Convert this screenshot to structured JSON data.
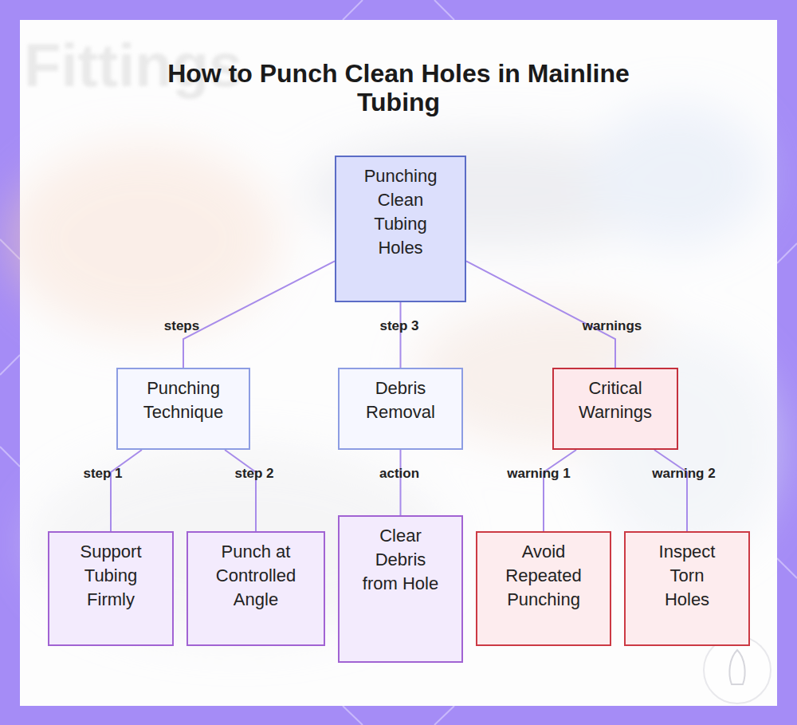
{
  "diagram": {
    "title": "How to Punch Clean Holes in Mainline Tubing",
    "nodes": [
      {
        "text": [
          "Punching Clean Tubing Holes"
        ]
      },
      {
        "text": [
          "Punching Technique"
        ]
      },
      {
        "text": [
          "Debris Removal"
        ]
      },
      {
        "text": [
          "Critical Warnings"
        ]
      },
      {
        "text": [
          "Support Tubing Firmly"
        ]
      },
      {
        "text": [
          "Punch at Controlled Angle"
        ]
      },
      {
        "text": [
          "Clear Debris from Hole"
        ]
      },
      {
        "text": [
          "Avoid Repeated Punching"
        ]
      },
      {
        "text": [
          "Inspect Torn Holes"
        ]
      }
    ],
    "edges": [
      {
        "from": 0,
        "to": 1,
        "arrow": "none",
        "label": "steps"
      },
      {
        "from": 0,
        "to": 2,
        "arrow": "none",
        "label": "step 3"
      },
      {
        "from": 0,
        "to": 3,
        "arrow": "none",
        "label": "warnings"
      },
      {
        "from": 1,
        "to": 4,
        "arrow": "none",
        "label": "step 1"
      },
      {
        "from": 1,
        "to": 5,
        "arrow": "none",
        "label": "step 2"
      },
      {
        "from": 2,
        "to": 6,
        "arrow": "none",
        "label": "action"
      },
      {
        "from": 3,
        "to": 7,
        "arrow": "none",
        "label": "warning 1"
      },
      {
        "from": 3,
        "to": 8,
        "arrow": "none",
        "label": "warning 2"
      }
    ],
    "labels": [
      "Fittings"
    ]
  }
}
